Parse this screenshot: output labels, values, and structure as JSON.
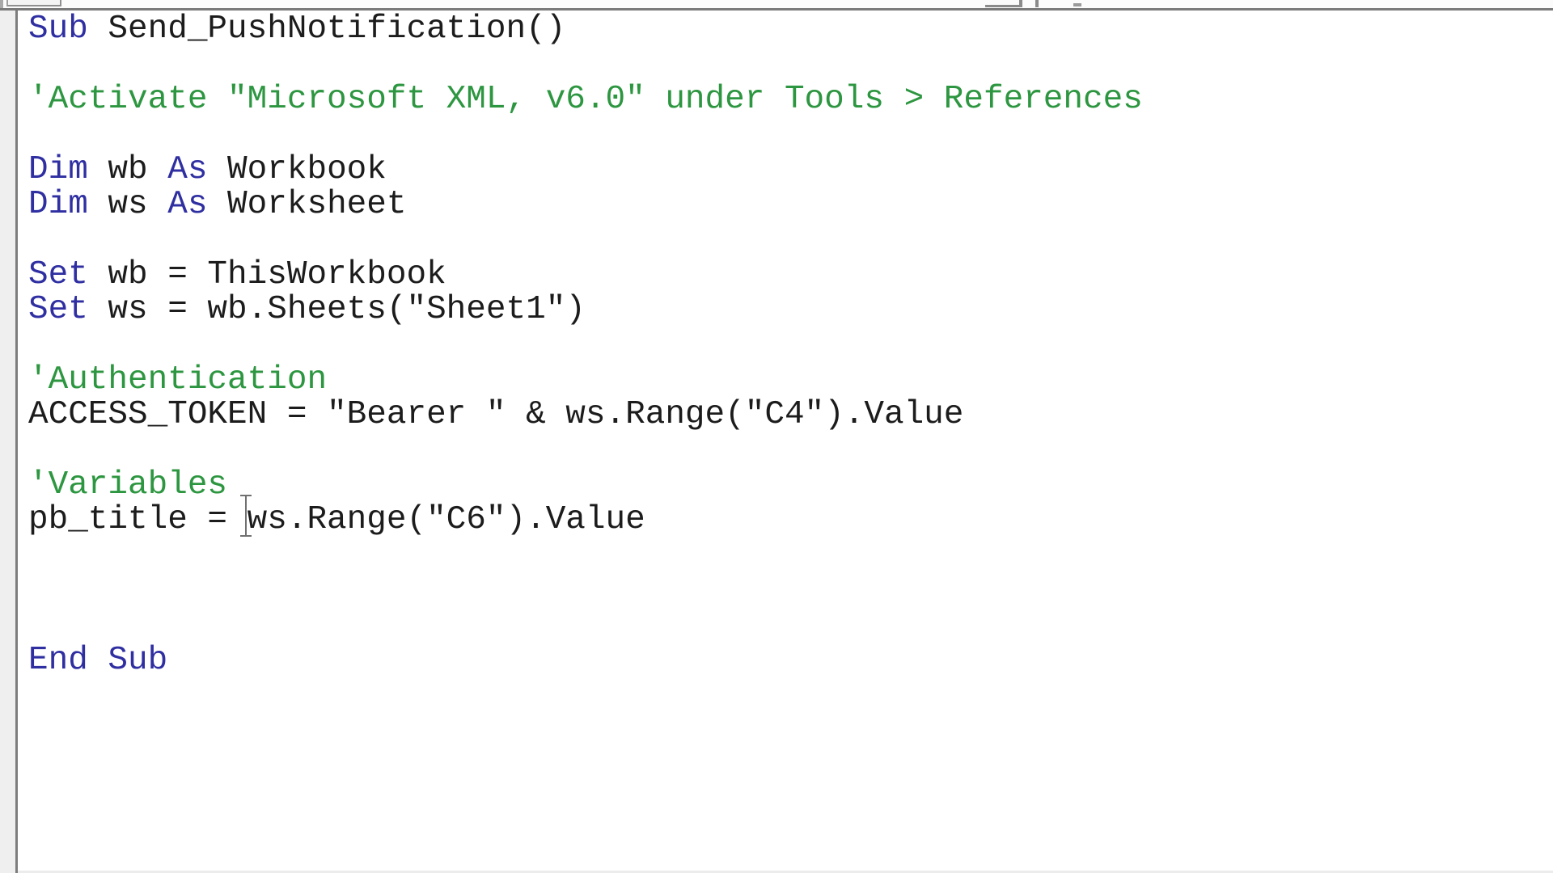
{
  "window": {
    "kind": "vba-code-window",
    "chrome_fragments": [
      "object-dropdown-bottom",
      "restore-button-bottom",
      "button-divider",
      "close-button-bottom"
    ]
  },
  "colors": {
    "keyword": "#2f2fa2",
    "comment": "#2d9640",
    "plain": "#1c1c1c",
    "margin_bg": "#efefef",
    "border": "#7a7a7a"
  },
  "code": {
    "language": "vba",
    "lines": [
      {
        "segments": [
          {
            "t": "Sub",
            "c": "keyword"
          },
          {
            "t": " Send_PushNotification()",
            "c": "plain"
          }
        ]
      },
      {
        "segments": []
      },
      {
        "segments": [
          {
            "t": "'Activate \"Microsoft XML, v6.0\" under Tools > References",
            "c": "comment"
          }
        ]
      },
      {
        "segments": []
      },
      {
        "segments": [
          {
            "t": "Dim",
            "c": "keyword"
          },
          {
            "t": " wb ",
            "c": "plain"
          },
          {
            "t": "As",
            "c": "keyword"
          },
          {
            "t": " Workbook",
            "c": "plain"
          }
        ]
      },
      {
        "segments": [
          {
            "t": "Dim",
            "c": "keyword"
          },
          {
            "t": " ws ",
            "c": "plain"
          },
          {
            "t": "As",
            "c": "keyword"
          },
          {
            "t": " Worksheet",
            "c": "plain"
          }
        ]
      },
      {
        "segments": []
      },
      {
        "segments": [
          {
            "t": "Set",
            "c": "keyword"
          },
          {
            "t": " wb = ThisWorkbook",
            "c": "plain"
          }
        ]
      },
      {
        "segments": [
          {
            "t": "Set",
            "c": "keyword"
          },
          {
            "t": " ws = wb.Sheets(\"Sheet1\")",
            "c": "plain"
          }
        ]
      },
      {
        "segments": []
      },
      {
        "segments": [
          {
            "t": "'Authentication",
            "c": "comment"
          }
        ]
      },
      {
        "segments": [
          {
            "t": "ACCESS_TOKEN = \"Bearer \" & ws.Range(\"C4\").Value",
            "c": "plain"
          }
        ]
      },
      {
        "segments": []
      },
      {
        "segments": [
          {
            "t": "'Variables",
            "c": "comment"
          }
        ]
      },
      {
        "segments": [
          {
            "t": "pb_title = ws.Range(\"C6\").Value",
            "c": "plain"
          }
        ]
      },
      {
        "segments": []
      },
      {
        "segments": []
      },
      {
        "segments": []
      },
      {
        "segments": [
          {
            "t": "End Sub",
            "c": "keyword"
          }
        ]
      }
    ]
  },
  "cursor": {
    "type": "ibeam",
    "over_text": "ws"
  }
}
